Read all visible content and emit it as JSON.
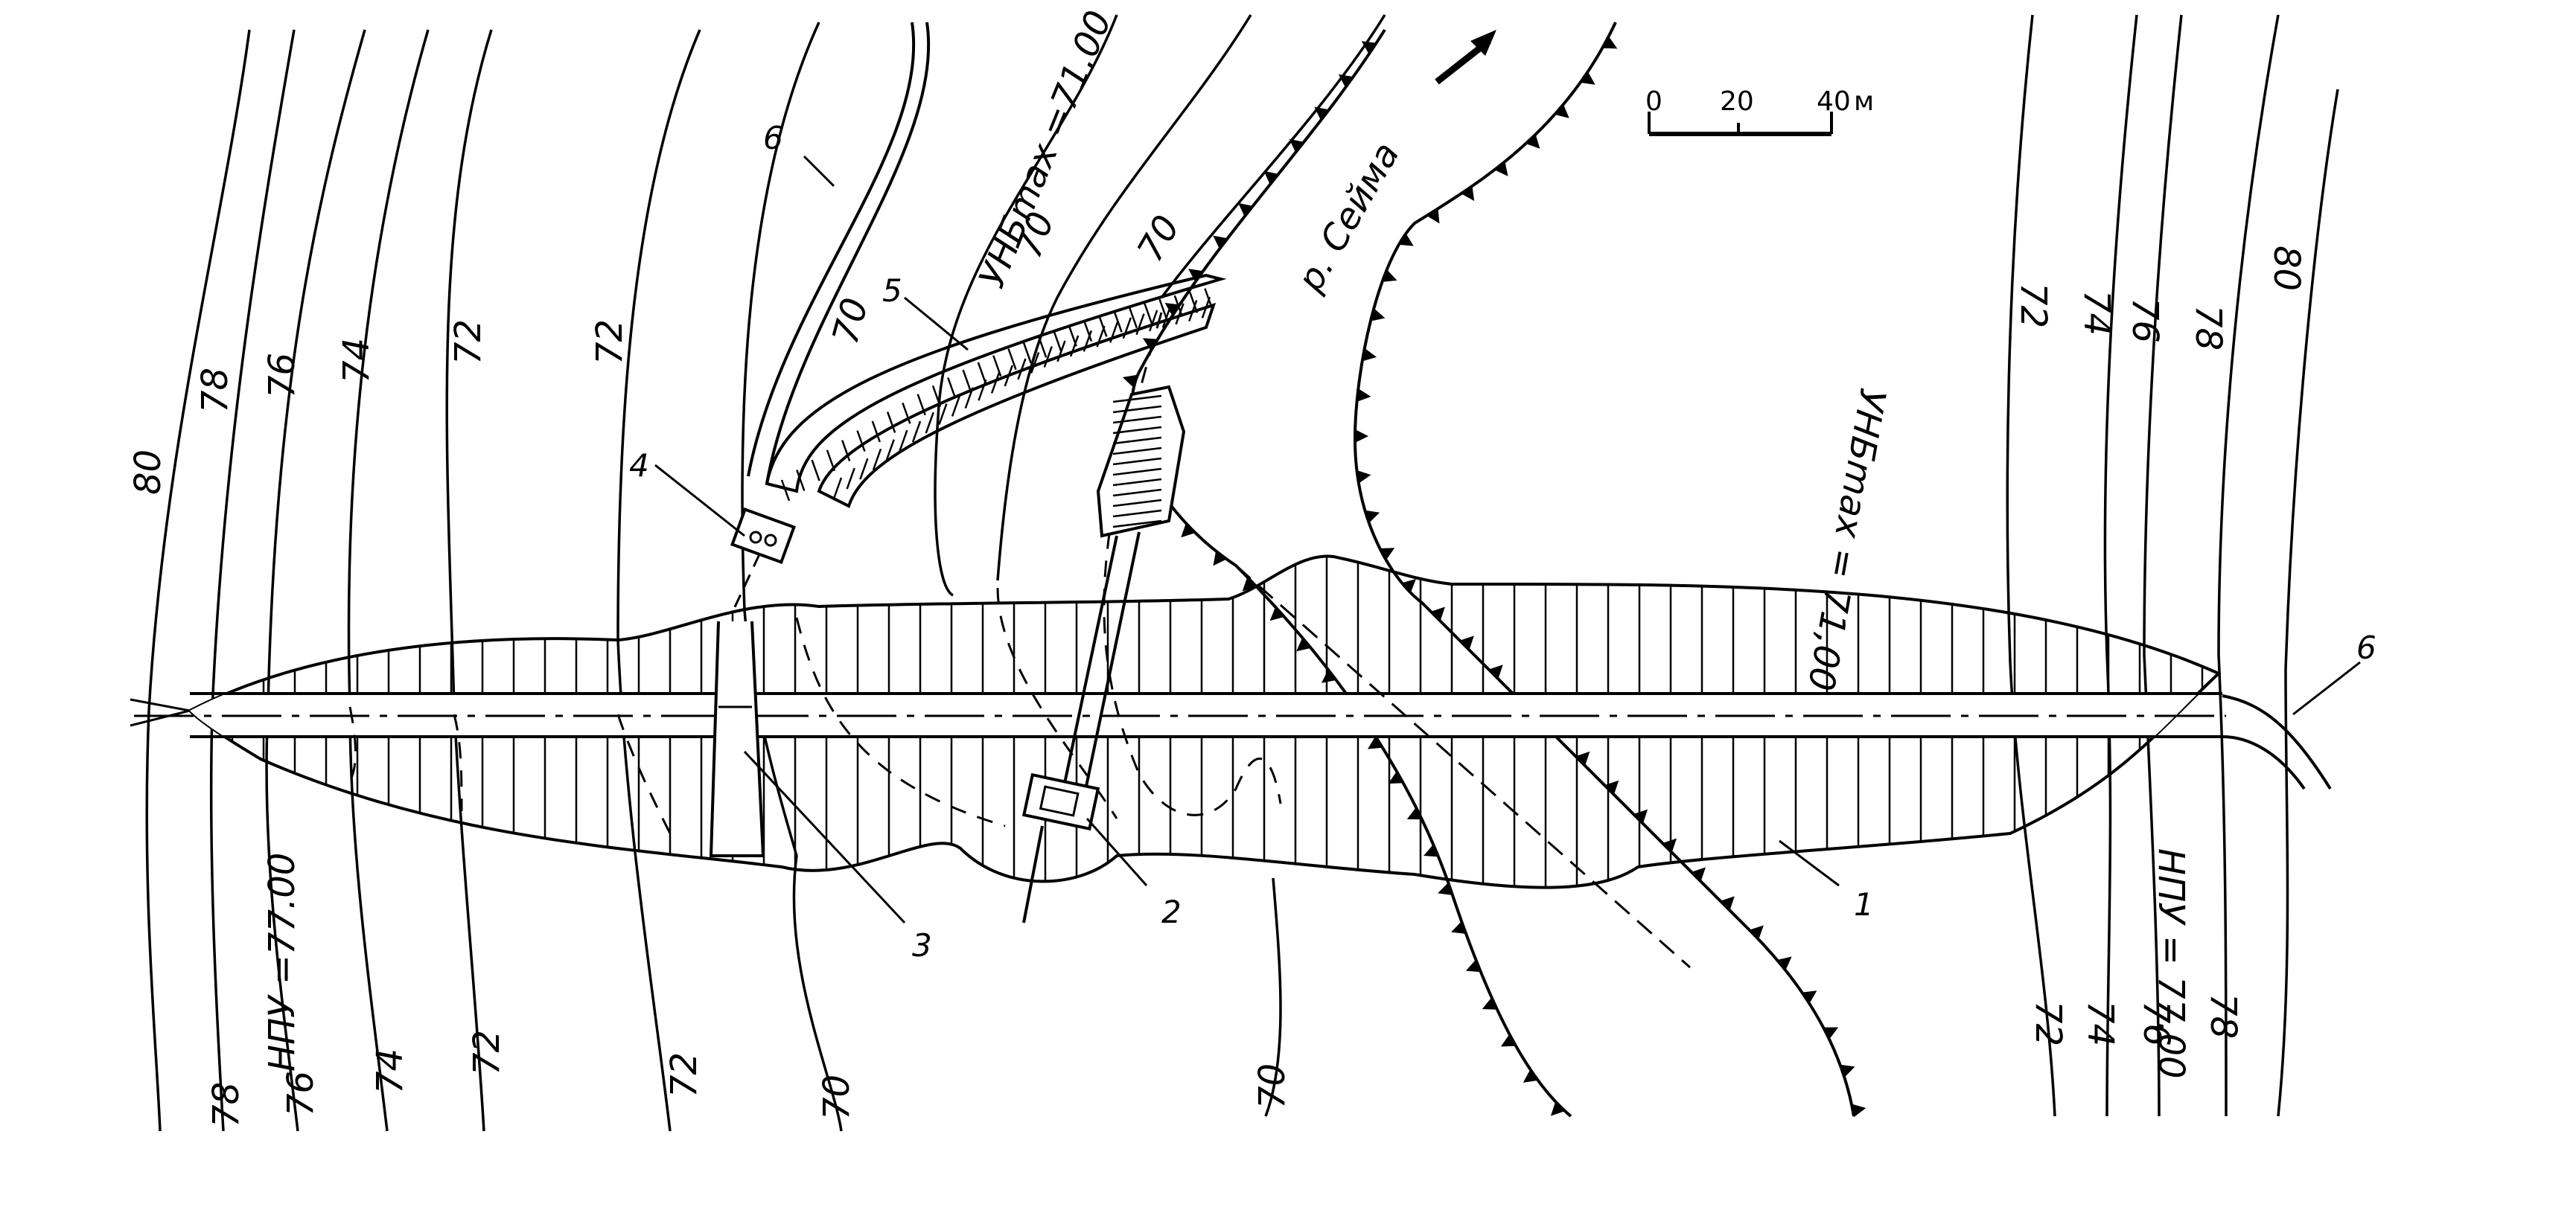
{
  "scale_bar": {
    "ticks": [
      "0",
      "20",
      "40"
    ],
    "unit": "м"
  },
  "river": {
    "name": "р. Сейма"
  },
  "levels": {
    "unb_left": "УНБmax =71.00",
    "unb_right": "УНБmax = 71,00",
    "npu_left": "НПУ =77.00",
    "npu_right": "НПУ = 77.00"
  },
  "contours_top_left": [
    "80",
    "78",
    "76",
    "74",
    "72",
    "72"
  ],
  "contours_top_center": [
    "70",
    "70",
    "70"
  ],
  "contours_top_right": [
    "72",
    "74",
    "76",
    "78",
    "80"
  ],
  "contours_bottom_left": [
    "78",
    "76",
    "74",
    "72",
    "72",
    "70",
    "70"
  ],
  "contours_bottom_right": [
    "72",
    "74",
    "76",
    "78"
  ],
  "callouts": [
    "1",
    "2",
    "3",
    "4",
    "5",
    "6",
    "6"
  ],
  "colors": {
    "ink": "#000000",
    "paper": "#ffffff"
  }
}
